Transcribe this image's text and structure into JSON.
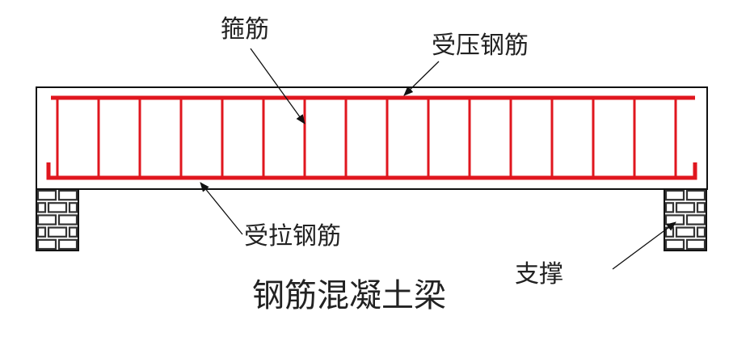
{
  "labels": {
    "stirrup": "箍筋",
    "compression_bar": "受压钢筋",
    "tension_bar": "受拉钢筋",
    "support": "支撑",
    "title": "钢筋混凝土梁"
  },
  "colors": {
    "rebar": "#e0161e",
    "outline": "#111111",
    "text": "#222222",
    "background": "#ffffff"
  },
  "stirrup_count": 16
}
